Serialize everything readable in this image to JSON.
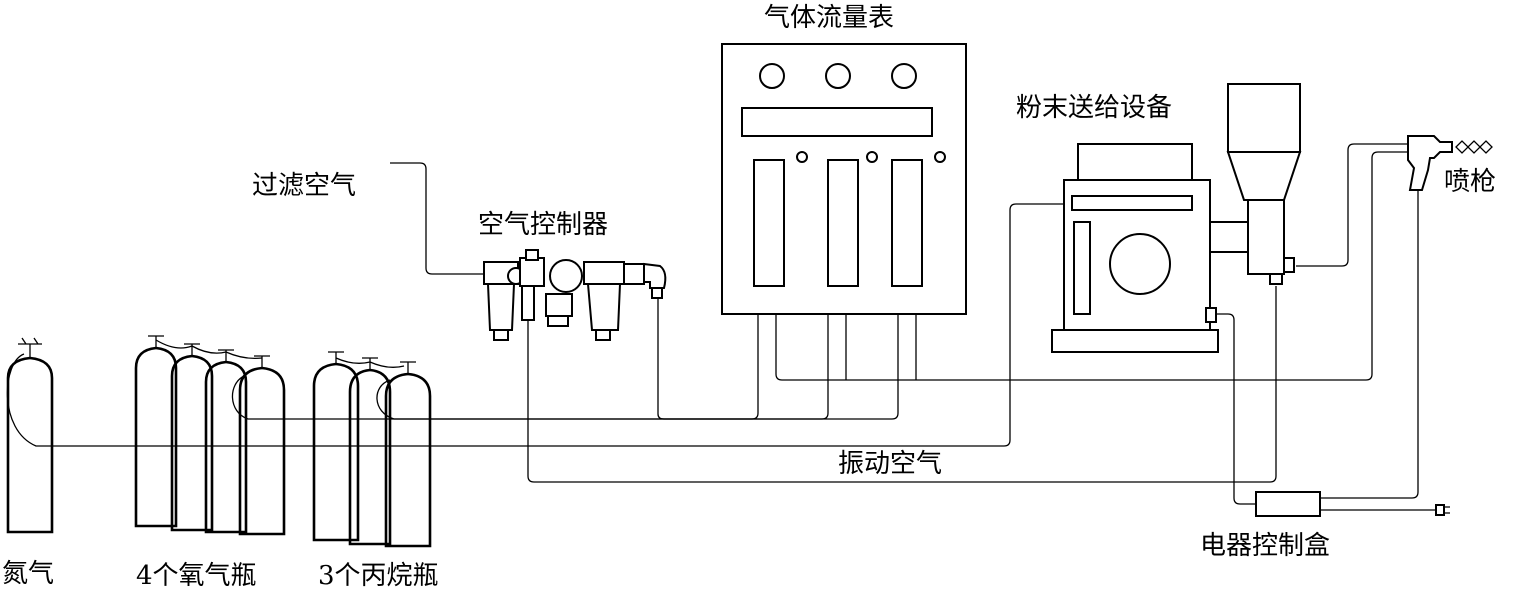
{
  "labels": {
    "filtered_air": "过滤空气",
    "air_controller": "空气控制器",
    "gas_flowmeter": "气体流量表",
    "powder_feeder": "粉末送给设备",
    "spray_gun": "喷枪",
    "vibration_air": "振动空气",
    "electrical_control_box": "电器控制盒",
    "nitrogen": "氮气",
    "oxygen_cylinders": "4个氧气瓶",
    "propane_cylinders": "3个丙烷瓶"
  },
  "icons": [
    "gas-cylinder-icon",
    "air-filter-icon",
    "flowmeter-gauge-icon",
    "powder-hopper-icon",
    "spray-gun-icon",
    "flame-icon",
    "plug-icon"
  ]
}
